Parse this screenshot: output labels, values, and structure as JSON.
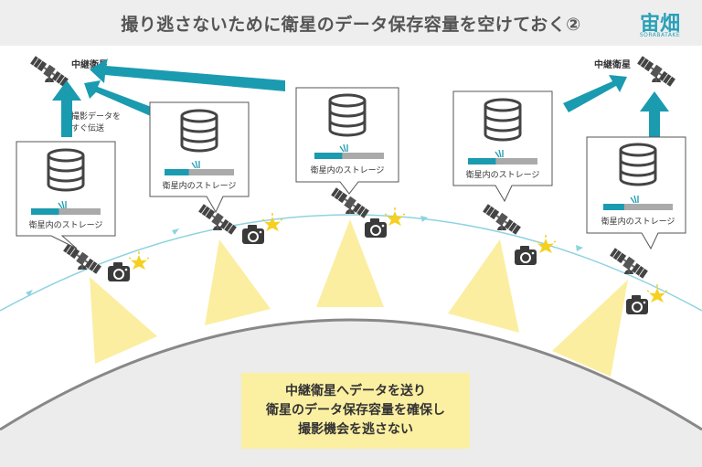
{
  "title": "撮り逃さないために衛星のデータ保存容量を空けておく②",
  "logo": {
    "text": "宙畑",
    "subtext": "SORABATAKE"
  },
  "relay_labels": {
    "left": "中継衛星",
    "right": "中継衛星"
  },
  "transfer_note": {
    "line1": "撮影データを",
    "line2": "すぐ伝送"
  },
  "storage_label": "衛星内のストレージ",
  "storage_fill": [
    0.4,
    0.35,
    0.4,
    0.4,
    0.3
  ],
  "message": {
    "line1": "中継衛星へデータを送り",
    "line2": "衛星のデータ保存容量を確保し",
    "line3": "撮影機会を逃さない"
  },
  "colors": {
    "accent": "#1a9bb0",
    "storage_empty": "#aaaaaa",
    "beam": "#fbeea0",
    "earth": "#ececec",
    "flash": "#f5d020",
    "orbit": "#8ed3e0"
  },
  "icons": [
    "relay-satellite-icon",
    "satellite-icon",
    "database-icon",
    "camera-icon",
    "flash-icon",
    "arrow-icon"
  ]
}
